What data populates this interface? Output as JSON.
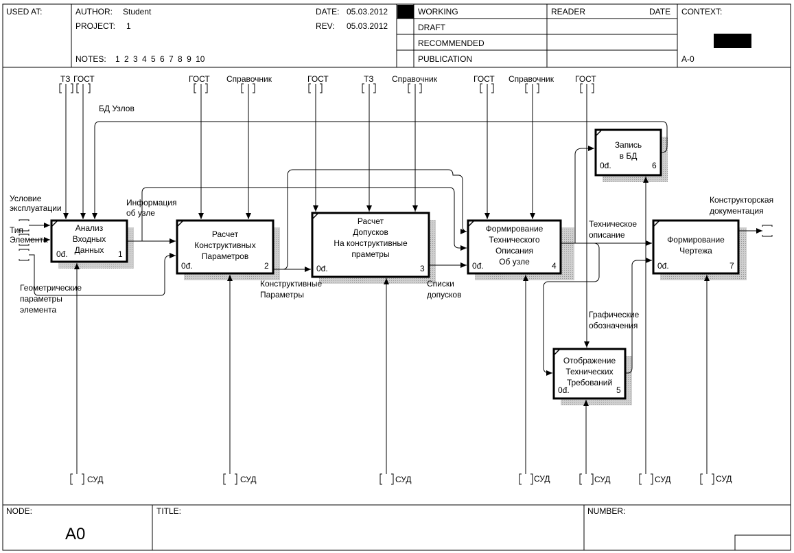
{
  "header": {
    "used_at": "USED AT:",
    "author_label": "AUTHOR:",
    "author": "Student",
    "project_label": "PROJECT:",
    "project": "1",
    "notes_label": "NOTES:",
    "notes": "1 2 3 4 5 6 7 8 9 10",
    "date_label": "DATE:",
    "date": "05.03.2012",
    "rev_label": "REV:",
    "rev": "05.03.2012",
    "status": [
      "WORKING",
      "DRAFT",
      "RECOMMENDED",
      "PUBLICATION"
    ],
    "reader": "READER",
    "reader_date": "DATE",
    "context": "CONTEXT:",
    "context_node": "A-0"
  },
  "footer": {
    "node_label": "NODE:",
    "node": "A0",
    "title_label": "TITLE:",
    "number_label": "NUMBER:"
  },
  "boxes": [
    {
      "title": "Анализ\nВходных\nДанных",
      "cost": "0đ.",
      "num": "1"
    },
    {
      "title": "Расчет\nКонструктивных\nПараметров",
      "cost": "0đ.",
      "num": "2"
    },
    {
      "title": "Расчет\nДопусков\nНа конструктивные\nпраметры",
      "cost": "0đ.",
      "num": "3"
    },
    {
      "title": "Формирование\nТехнического\nОписания\nОб узле",
      "cost": "0đ.",
      "num": "4"
    },
    {
      "title": "Отображение\nТехнических\nТребований",
      "cost": "0đ.",
      "num": "5"
    },
    {
      "title": "Запись\nв БД",
      "cost": "0đ.",
      "num": "6"
    },
    {
      "title": "Формирование\nЧертежа",
      "cost": "0đ.",
      "num": "7"
    }
  ],
  "controls": [
    "ТЗ",
    "ГОСТ",
    "ГОСТ",
    "Справочник",
    "ГОСТ",
    "ТЗ",
    "Справочник",
    "ГОСТ",
    "Справочник",
    "ГОСТ"
  ],
  "mechanisms": [
    "СУД",
    "СУД",
    "СУД",
    "СУД",
    "СУД",
    "СУД",
    "СУД"
  ],
  "arrow_labels": {
    "bd_uzlov": "БД Узлов",
    "uslovie": "Условие\nэксплуатации",
    "tip": "Тип\nЭлемента",
    "geom": "Геометрические\nпараметры\nэлемента",
    "info": "Информация\nоб узле",
    "konstr_param": "Конструктивные\nПараметры",
    "spiski": "Списки\nдопусков",
    "tech_opis": "Техническое\nописание",
    "graf": "Графические\nобозначения",
    "konstr_doc": "Конструкторская\nдокументация"
  }
}
